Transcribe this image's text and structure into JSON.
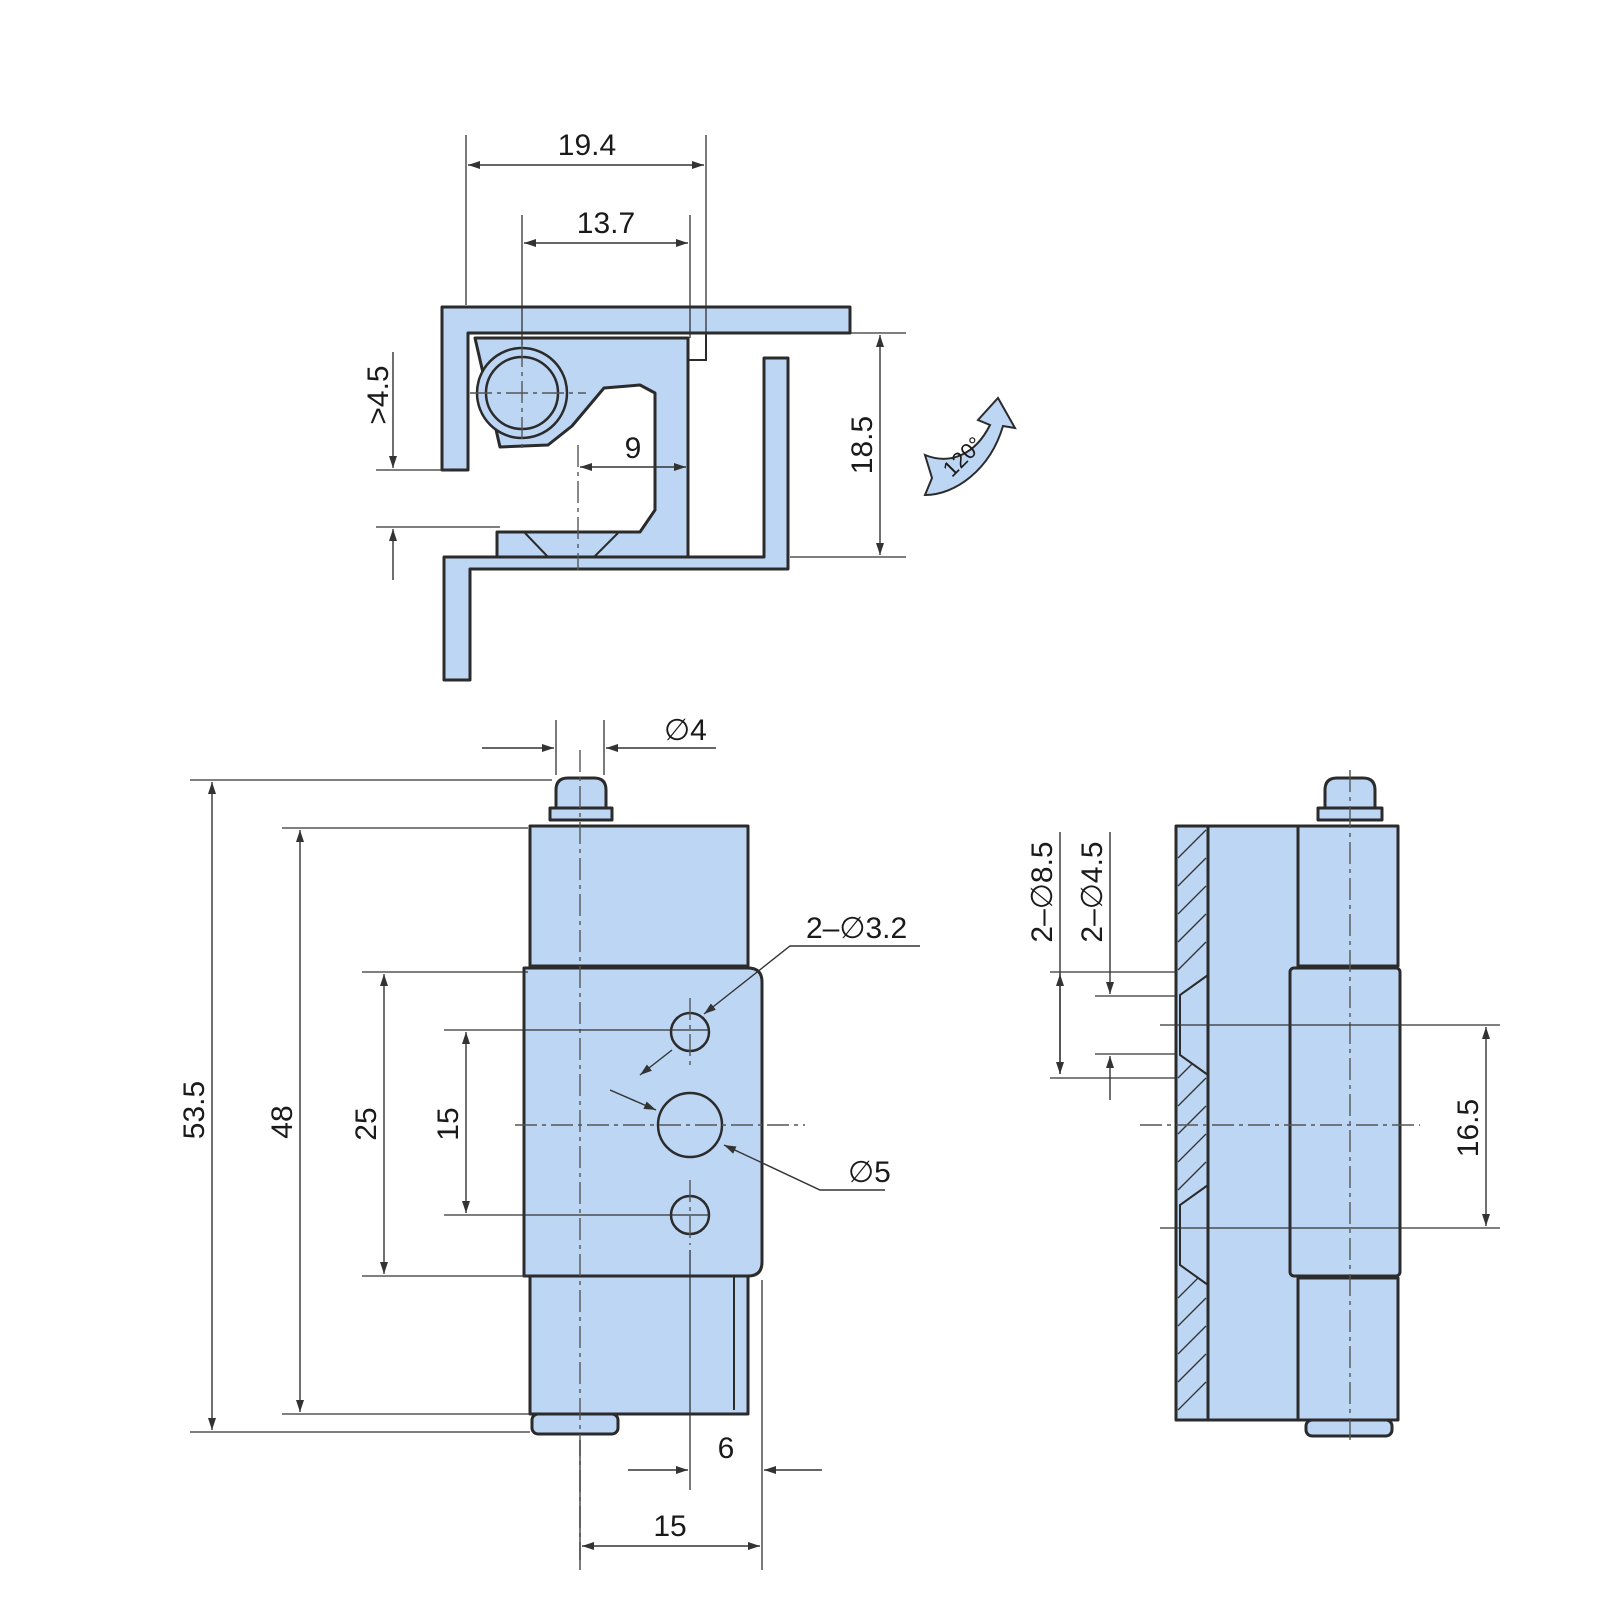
{
  "top_view": {
    "dim_overall_width": "19.4",
    "dim_pin_to_edge": "13.7",
    "dim_min_gap": ">4.5",
    "dim_depth": "9",
    "dim_height": "18.5",
    "rotation_angle": "120°"
  },
  "front_view": {
    "dim_pin_diameter": "∅4",
    "dim_small_holes": "2–∅3.2",
    "dim_center_hole": "∅5",
    "dim_total_height": "53.5",
    "dim_body_height": "48",
    "dim_leaf_height": "25",
    "dim_hole_spacing": "15",
    "dim_offset": "6",
    "dim_width": "15"
  },
  "side_view": {
    "dim_countersink": "2–∅8.5",
    "dim_through_hole": "2–∅4.5",
    "dim_hole_spacing": "16.5"
  },
  "colors": {
    "part_fill": "#bcd6f4",
    "outline": "#2b2b2b"
  }
}
